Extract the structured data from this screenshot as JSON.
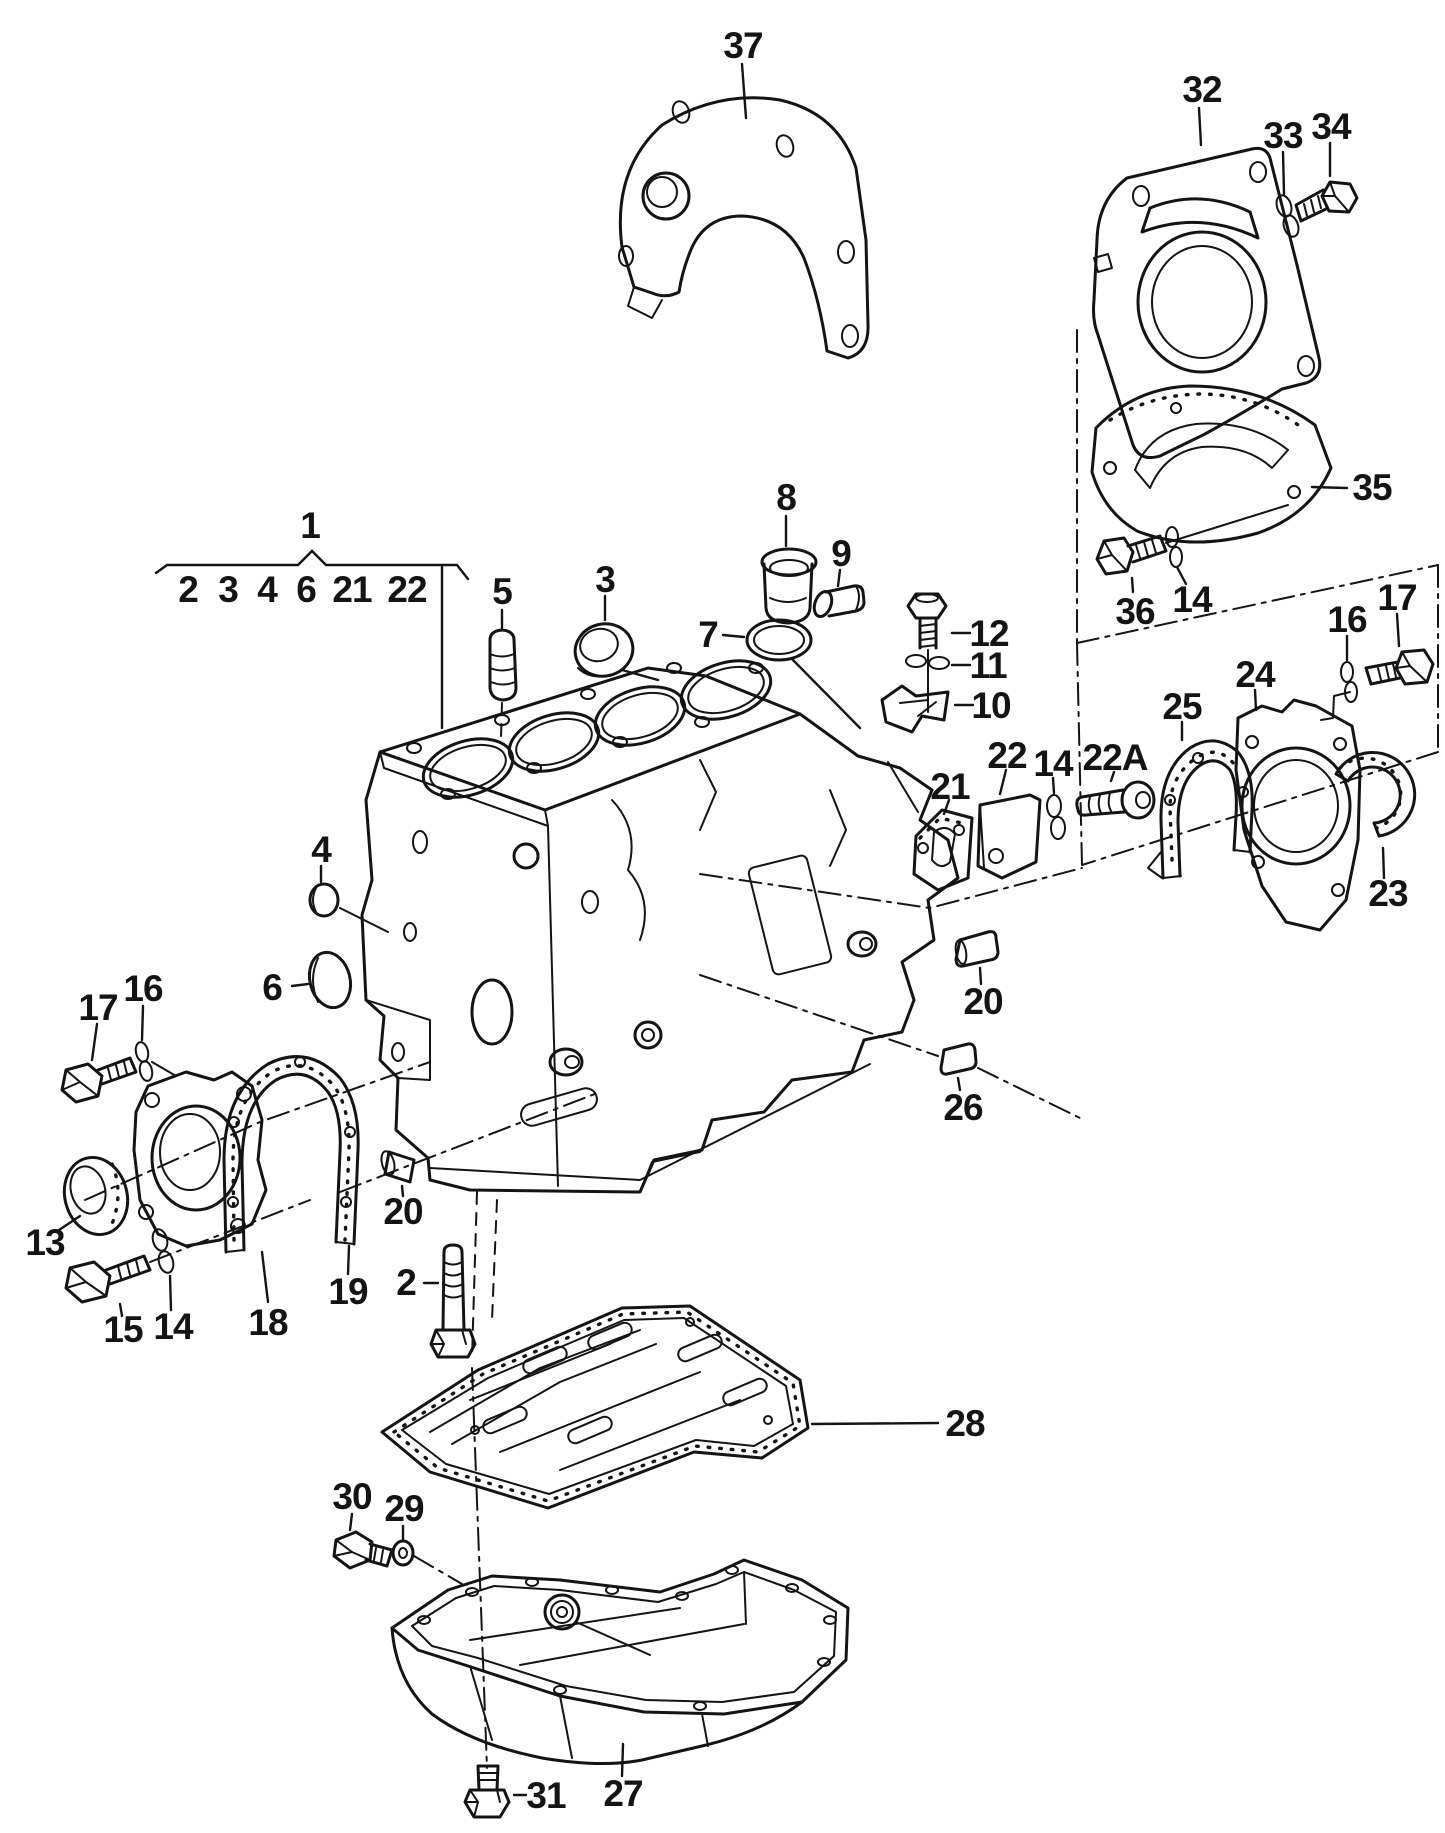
{
  "diagram": {
    "type": "exploded-parts-diagram",
    "subject": "engine cylinder block with oil sump",
    "colors": {
      "background": "#ffffff",
      "ink": "#141414"
    },
    "callouts": {
      "c37": {
        "label": "37"
      },
      "c32": {
        "label": "32"
      },
      "c33": {
        "label": "33"
      },
      "c34": {
        "label": "34"
      },
      "c35": {
        "label": "35"
      },
      "c36": {
        "label": "36"
      },
      "c14a": {
        "label": "14"
      },
      "c1": {
        "label": "1"
      },
      "g2": {
        "label": "2"
      },
      "g3": {
        "label": "3"
      },
      "g4": {
        "label": "4"
      },
      "g6": {
        "label": "6"
      },
      "g21": {
        "label": "21"
      },
      "g22": {
        "label": "22"
      },
      "c5": {
        "label": "5"
      },
      "c3": {
        "label": "3"
      },
      "c8": {
        "label": "8"
      },
      "c9": {
        "label": "9"
      },
      "c7": {
        "label": "7"
      },
      "c12": {
        "label": "12"
      },
      "c11": {
        "label": "11"
      },
      "c10": {
        "label": "10"
      },
      "c21": {
        "label": "21"
      },
      "c22": {
        "label": "22"
      },
      "c14b": {
        "label": "14"
      },
      "c22A": {
        "label": "22A"
      },
      "c25": {
        "label": "25"
      },
      "c24": {
        "label": "24"
      },
      "c16b": {
        "label": "16"
      },
      "c17b": {
        "label": "17"
      },
      "c23": {
        "label": "23"
      },
      "c4": {
        "label": "4"
      },
      "c6": {
        "label": "6"
      },
      "c17a": {
        "label": "17"
      },
      "c16a": {
        "label": "16"
      },
      "c13": {
        "label": "13"
      },
      "c15": {
        "label": "15"
      },
      "c14c": {
        "label": "14"
      },
      "c18": {
        "label": "18"
      },
      "c19": {
        "label": "19"
      },
      "c20a": {
        "label": "20"
      },
      "c2": {
        "label": "2"
      },
      "c20b": {
        "label": "20"
      },
      "c26": {
        "label": "26"
      },
      "c28": {
        "label": "28"
      },
      "c30": {
        "label": "30"
      },
      "c29": {
        "label": "29"
      },
      "c31": {
        "label": "31"
      },
      "c27": {
        "label": "27"
      }
    }
  }
}
